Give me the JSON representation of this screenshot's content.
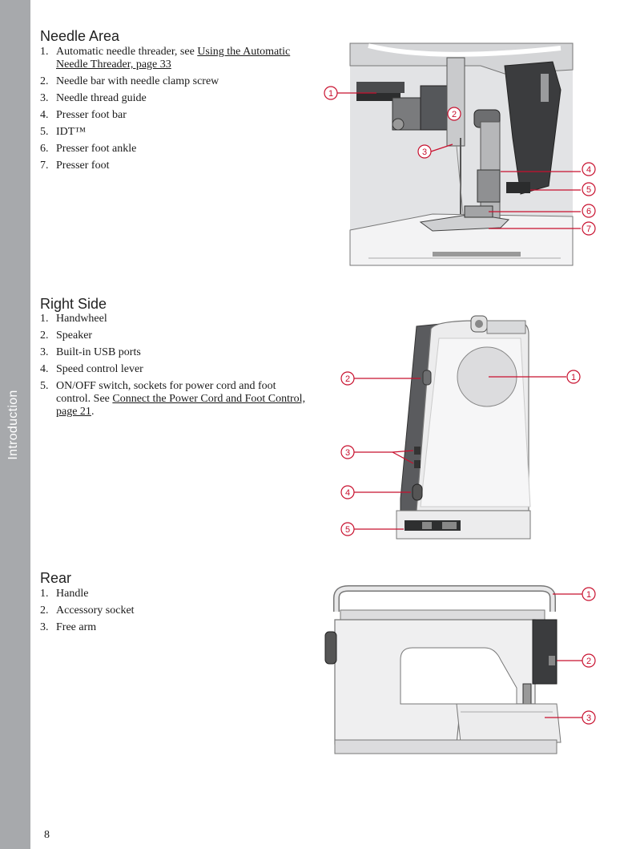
{
  "sidebar": {
    "label": "Introduction"
  },
  "page_number": "8",
  "colors": {
    "callout": "#c8102e",
    "sidebar": "#a7a9ac"
  },
  "sections": [
    {
      "heading": "Needle Area",
      "items": [
        {
          "num": "1.",
          "text": "Automatic needle threader, see ",
          "link": "Using the Automatic Needle Threader, page 33",
          "after": ""
        },
        {
          "num": "2.",
          "text": "Needle bar with needle clamp screw"
        },
        {
          "num": "3.",
          "text": "Needle thread guide"
        },
        {
          "num": "4.",
          "text": "Presser foot bar"
        },
        {
          "num": "5.",
          "text": "IDT™"
        },
        {
          "num": "6.",
          "text": "Presser foot ankle"
        },
        {
          "num": "7.",
          "text": "Presser foot"
        }
      ],
      "callouts": [
        "1",
        "2",
        "3",
        "4",
        "5",
        "6",
        "7"
      ]
    },
    {
      "heading": "Right Side",
      "items": [
        {
          "num": "1.",
          "text": "Handwheel"
        },
        {
          "num": "2.",
          "text": "Speaker"
        },
        {
          "num": "3.",
          "text": "Built-in USB ports"
        },
        {
          "num": "4.",
          "text": "Speed control lever"
        },
        {
          "num": "5.",
          "text": "ON/OFF switch, sockets for power cord and foot control. See ",
          "link": "Connect the Power Cord and Foot Control, page 21",
          "after": "."
        }
      ],
      "callouts": [
        "1",
        "2",
        "3",
        "4",
        "5"
      ]
    },
    {
      "heading": "Rear",
      "items": [
        {
          "num": "1.",
          "text": "Handle"
        },
        {
          "num": "2.",
          "text": "Accessory socket"
        },
        {
          "num": "3.",
          "text": "Free arm"
        }
      ],
      "callouts": [
        "1",
        "2",
        "3"
      ]
    }
  ]
}
